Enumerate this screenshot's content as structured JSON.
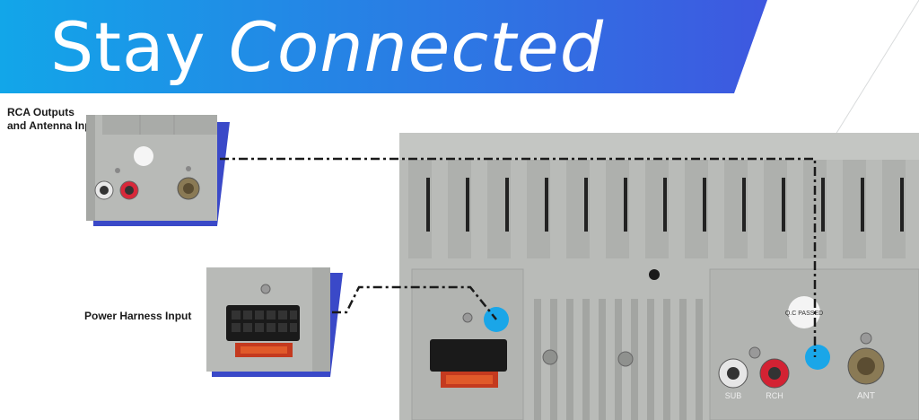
{
  "banner": {
    "word1": "Stay",
    "word2": "Connected",
    "gradient_start": "#15a8e8",
    "gradient_end": "#3d5be0"
  },
  "labels": {
    "rca_line1": "RCA Outputs",
    "rca_line2": "and Antenna Input",
    "power": "Power Harness Input"
  },
  "unit_labels": {
    "sub": "SUB",
    "rch": "RCH",
    "ant": "ANT",
    "qc": "Q.C PASSED"
  },
  "colors": {
    "accent_dot": "#1aa6e8",
    "inset_shadow": "#3847c9",
    "housing": "#b9bbb8"
  }
}
